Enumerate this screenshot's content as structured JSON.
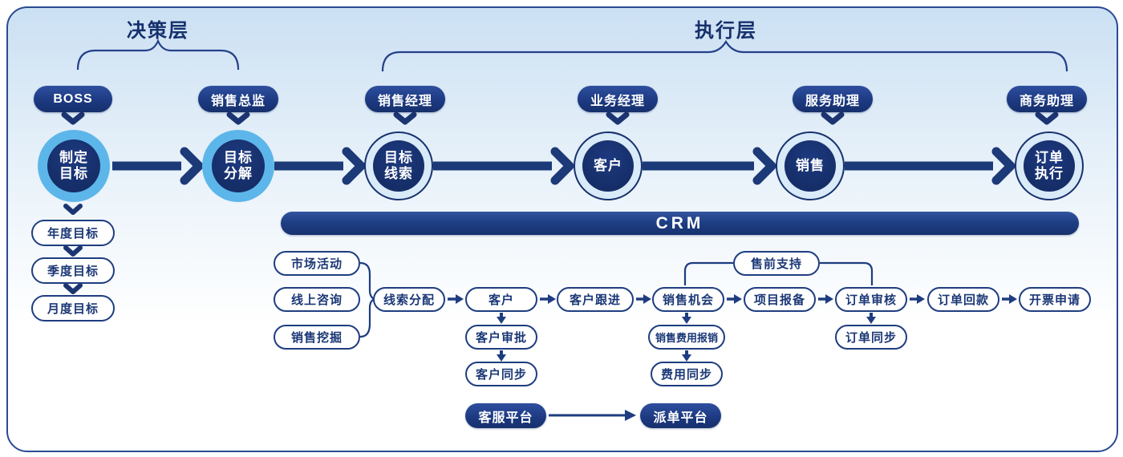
{
  "titles": {
    "decision": "决策层",
    "execution": "执行层"
  },
  "roles": {
    "boss": "BOSS",
    "sales_director": "销售总监",
    "sales_manager": "销售经理",
    "business_manager": "业务经理",
    "service_assistant": "服务助理",
    "commerce_assistant": "商务助理"
  },
  "stages": {
    "set_goal": {
      "line1": "制定",
      "line2": "目标"
    },
    "goal_split": {
      "line1": "目标",
      "line2": "分解"
    },
    "goal_leads": {
      "line1": "目标",
      "line2": "线索"
    },
    "customer": {
      "line1": "客户",
      "line2": ""
    },
    "sales": {
      "line1": "销售",
      "line2": ""
    },
    "order_exec": {
      "line1": "订单",
      "line2": "执行"
    }
  },
  "goals": {
    "annual": "年度目标",
    "quarterly": "季度目标",
    "monthly": "月度目标"
  },
  "crm": {
    "label": "CRM"
  },
  "flow": {
    "sources": {
      "market": "市场活动",
      "online": "线上咨询",
      "mining": "销售挖掘"
    },
    "presale": "售前支持",
    "main": {
      "lead_assign": "线索分配",
      "customer": "客户",
      "follow_up": "客户跟进",
      "opportunity": "销售机会",
      "project_report": "项目报备",
      "order_review": "订单审核",
      "order_payment": "订单回款",
      "invoice_request": "开票申请"
    },
    "customer_branch": {
      "approval": "客户审批",
      "sync": "客户同步"
    },
    "expense_branch": {
      "report": "销售费用报销",
      "sync": "费用同步"
    },
    "order_branch": {
      "sync": "订单同步"
    },
    "platforms": {
      "service": "客服平台",
      "dispatch": "派单平台"
    }
  },
  "colors": {
    "navy": "#1b3876",
    "navy_dark": "#16306c",
    "sky": "#5db6ea",
    "pale_blue": "#d9eaf8",
    "bg_top": "#cbe0f3"
  }
}
